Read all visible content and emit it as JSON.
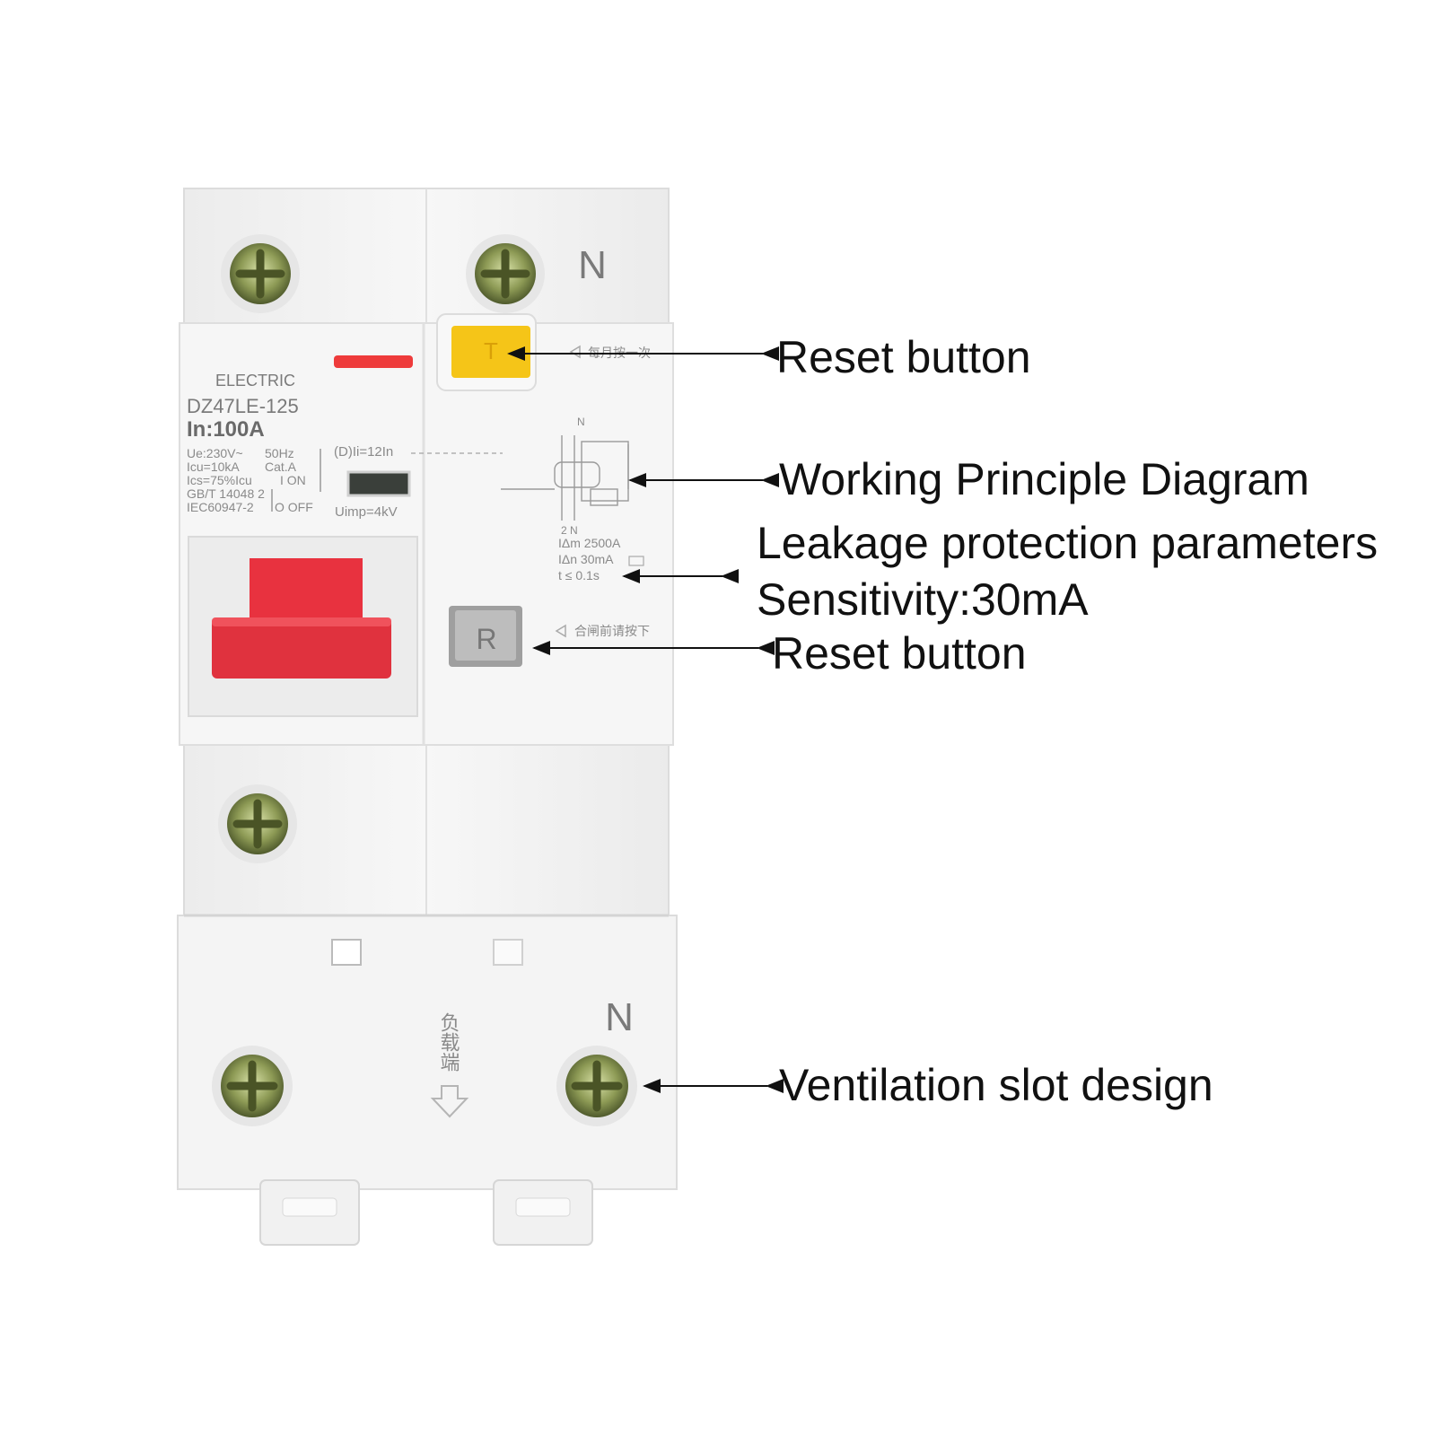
{
  "device": {
    "brand": "ELECTRIC",
    "model": "DZ47LE-125",
    "rated_current": "In:100A",
    "specs_left": [
      "Ue:230V~",
      "Icu=10kA",
      "Ics=75%Icu",
      "GB/T 14048 2",
      "IEC60947-2"
    ],
    "specs_mid": [
      "50Hz",
      "Cat.A"
    ],
    "on_label": "I ON",
    "off_label": "O OFF",
    "trip_char": "(D)Ii=12In",
    "uimp": "Uimp=4kV",
    "neutral_top": "N",
    "neutral_bottom": "N",
    "test_button_letter": "T",
    "test_note": "每月按一次",
    "reset_button_letter": "R",
    "reset_note": "合闸前请按下",
    "diagram_top": "N",
    "diagram_bottom": "2 N",
    "leak_params": [
      "IΔm 2500A",
      "IΔn  30mA",
      "t ≤ 0.1s"
    ],
    "load_side": "负载端"
  },
  "callouts": {
    "test_button": "Reset button",
    "diagram": "Working Principle Diagram",
    "leakage_title": "Leakage protection parameters",
    "sensitivity": "Sensitivity:30mA",
    "reset_button": "Reset button",
    "ventilation": "Ventilation slot design"
  },
  "colors": {
    "body": "#f3f3f3",
    "handle": "#e8323f",
    "test_button": "#f5c518",
    "reset_button": "#b9b9b9",
    "indicator": "#ee3b3b",
    "screw": "#8a9a5b"
  }
}
